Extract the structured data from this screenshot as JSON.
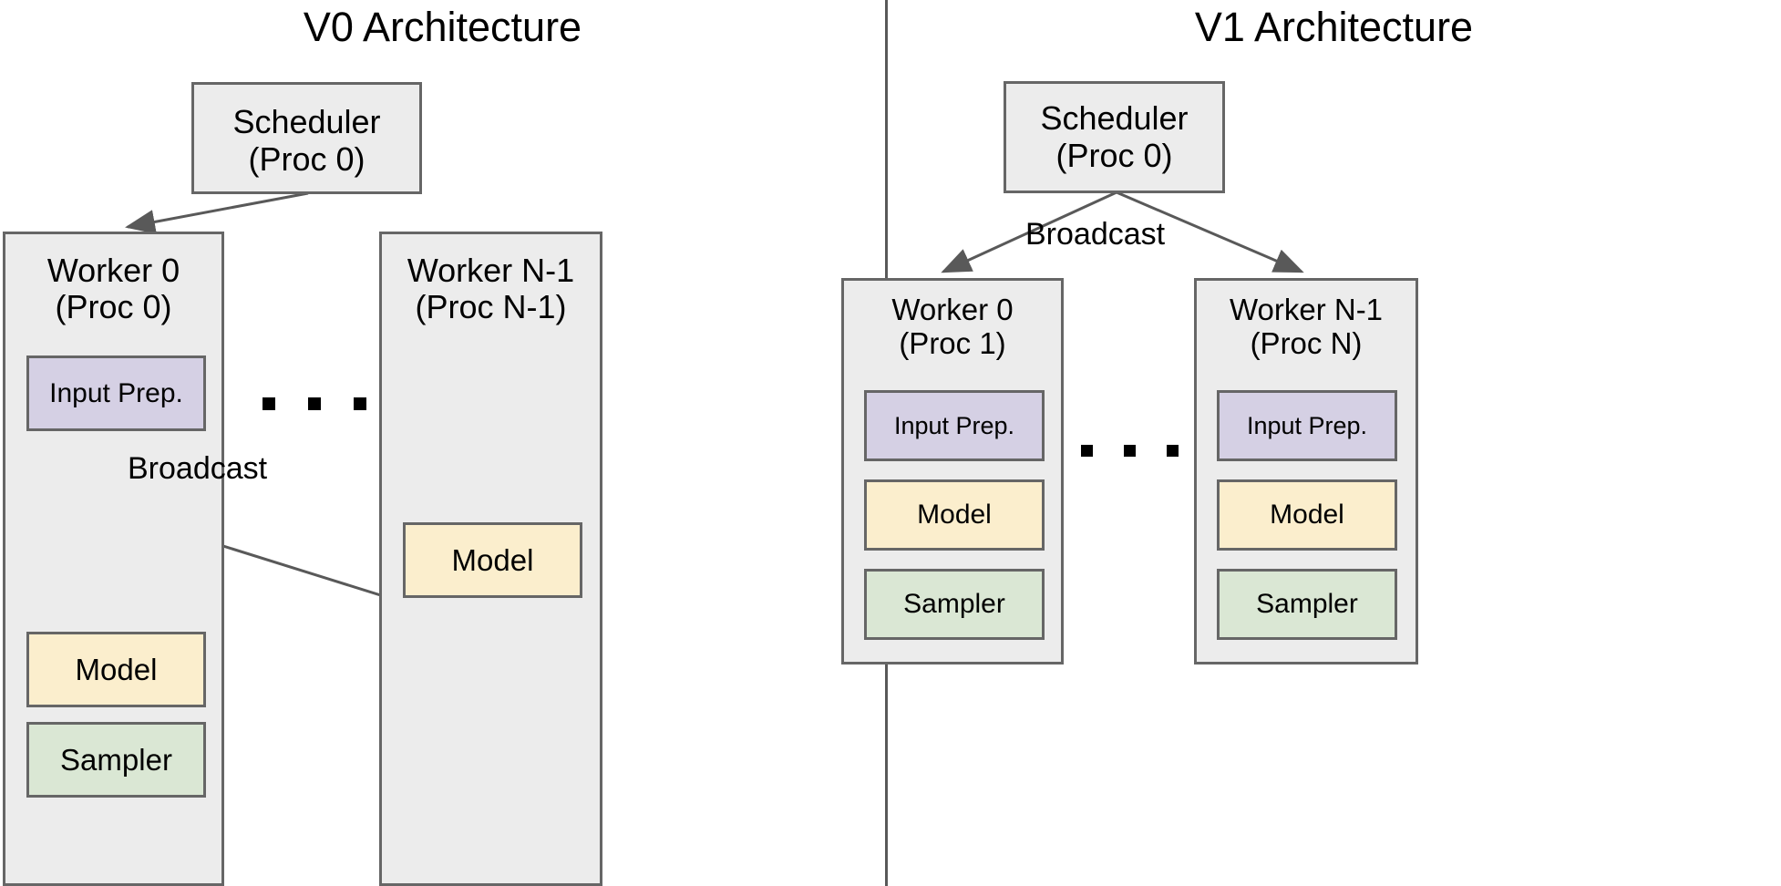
{
  "diagram": {
    "type": "architecture-comparison",
    "panels": [
      {
        "id": "v0",
        "title": "V0 Architecture",
        "scheduler": {
          "line1": "Scheduler",
          "line2": "(Proc 0)"
        },
        "workers": [
          {
            "id": "worker-0",
            "line1": "Worker 0",
            "line2": "(Proc 0)",
            "components": [
              {
                "id": "input-prep",
                "label": "Input Prep.",
                "color": "#d5d0e4"
              },
              {
                "id": "model",
                "label": "Model",
                "color": "#fbeecd"
              },
              {
                "id": "sampler",
                "label": "Sampler",
                "color": "#dae7d4"
              }
            ]
          },
          {
            "id": "worker-n-1",
            "line1": "Worker N-1",
            "line2": "(Proc N-1)",
            "components": [
              {
                "id": "model",
                "label": "Model",
                "color": "#fbeecd"
              }
            ]
          }
        ],
        "edges": [
          {
            "id": "scheduler-to-worker0",
            "label": ""
          },
          {
            "id": "inputprep-to-model-local",
            "label": "Broadcast"
          },
          {
            "id": "inputprep-to-model-remote",
            "label": ""
          }
        ],
        "broadcast_label": "Broadcast",
        "ellipsis": "..."
      },
      {
        "id": "v1",
        "title": "V1 Architecture",
        "scheduler": {
          "line1": "Scheduler",
          "line2": "(Proc 0)"
        },
        "workers": [
          {
            "id": "worker-0",
            "line1": "Worker 0",
            "line2": "(Proc 1)",
            "components": [
              {
                "id": "input-prep",
                "label": "Input Prep.",
                "color": "#d5d0e4"
              },
              {
                "id": "model",
                "label": "Model",
                "color": "#fbeecd"
              },
              {
                "id": "sampler",
                "label": "Sampler",
                "color": "#dae7d4"
              }
            ]
          },
          {
            "id": "worker-n-1",
            "line1": "Worker N-1",
            "line2": "(Proc N)",
            "components": [
              {
                "id": "input-prep",
                "label": "Input Prep.",
                "color": "#d5d0e4"
              },
              {
                "id": "model",
                "label": "Model",
                "color": "#fbeecd"
              },
              {
                "id": "sampler",
                "label": "Sampler",
                "color": "#dae7d4"
              }
            ]
          }
        ],
        "edges": [
          {
            "id": "scheduler-to-worker0",
            "label": "Broadcast"
          },
          {
            "id": "scheduler-to-workern",
            "label": ""
          }
        ],
        "broadcast_label": "Broadcast",
        "ellipsis": "..."
      }
    ],
    "colors": {
      "box_fill": "#ececec",
      "box_stroke": "#666666",
      "input_prep": "#d5d0e4",
      "model": "#fbeecd",
      "sampler": "#dae7d4",
      "arrow": "#595959",
      "divider": "#595959",
      "text": "#000000",
      "background": "#ffffff"
    }
  }
}
